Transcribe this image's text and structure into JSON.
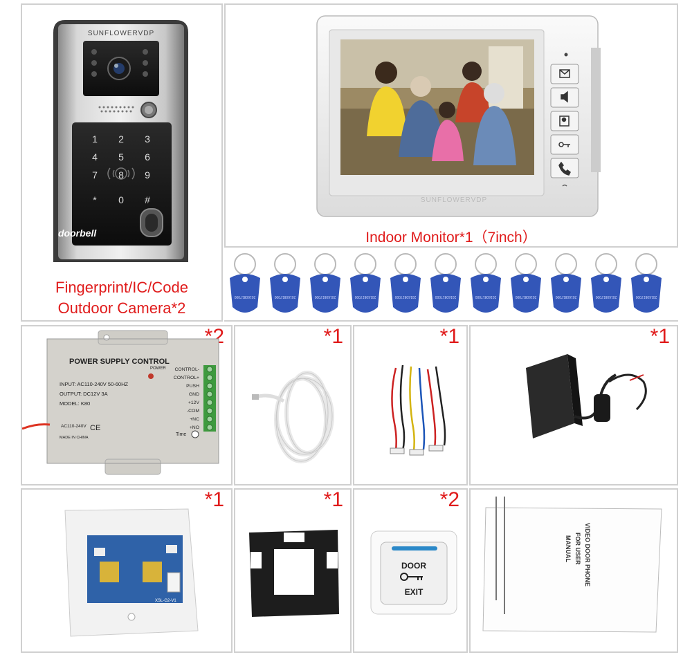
{
  "camera": {
    "brand": "SUNFLOWERVDP",
    "keys": [
      "1",
      "2",
      "3",
      "4",
      "5",
      "6",
      "7",
      "8",
      "9",
      "*",
      "0",
      "#"
    ],
    "logo": "doorbell",
    "caption_line1": "Fingerprint/IC/Code",
    "caption_line2": "Outdoor Camera*2"
  },
  "monitor": {
    "brand": "SUNFLOWERVDP",
    "caption": "Indoor Monitor*1（7inch）",
    "buttons": [
      "envelope-icon",
      "speaker-icon",
      "contact-icon",
      "key-icon",
      "phone-icon"
    ]
  },
  "keyfobs": {
    "count": 11,
    "label": "20160817000"
  },
  "power_supply": {
    "qty": "*2",
    "title": "POWER SUPPLY CONTROL",
    "power_label": "POWER",
    "input": "INPUT: AC110-240V  50-60HZ",
    "output": "OUTPUT: DC12V  3A",
    "model": "MODEL: K80",
    "ac_label": "AC110-240V",
    "made_in": "MADE IN CHINA",
    "terminals": [
      "CONTROL-",
      "CONTROL+",
      "PUSH",
      "GND",
      "+12V",
      "-COM",
      "+NC",
      "+NO"
    ],
    "time_label": "Time"
  },
  "cable": {
    "qty": "*1"
  },
  "wires": {
    "qty": "*1"
  },
  "adapter": {
    "qty": "*1"
  },
  "board": {
    "qty": "*1",
    "label": "XSL-G2-V1"
  },
  "bracket": {
    "qty": "*1"
  },
  "exit_button": {
    "qty": "*2",
    "line1": "DOOR",
    "line2": "EXIT"
  },
  "manual": {
    "title_line1": "VIDEO DOOR PHONE",
    "title_line2": "FOR USER",
    "title_line3": "MANUAL"
  }
}
